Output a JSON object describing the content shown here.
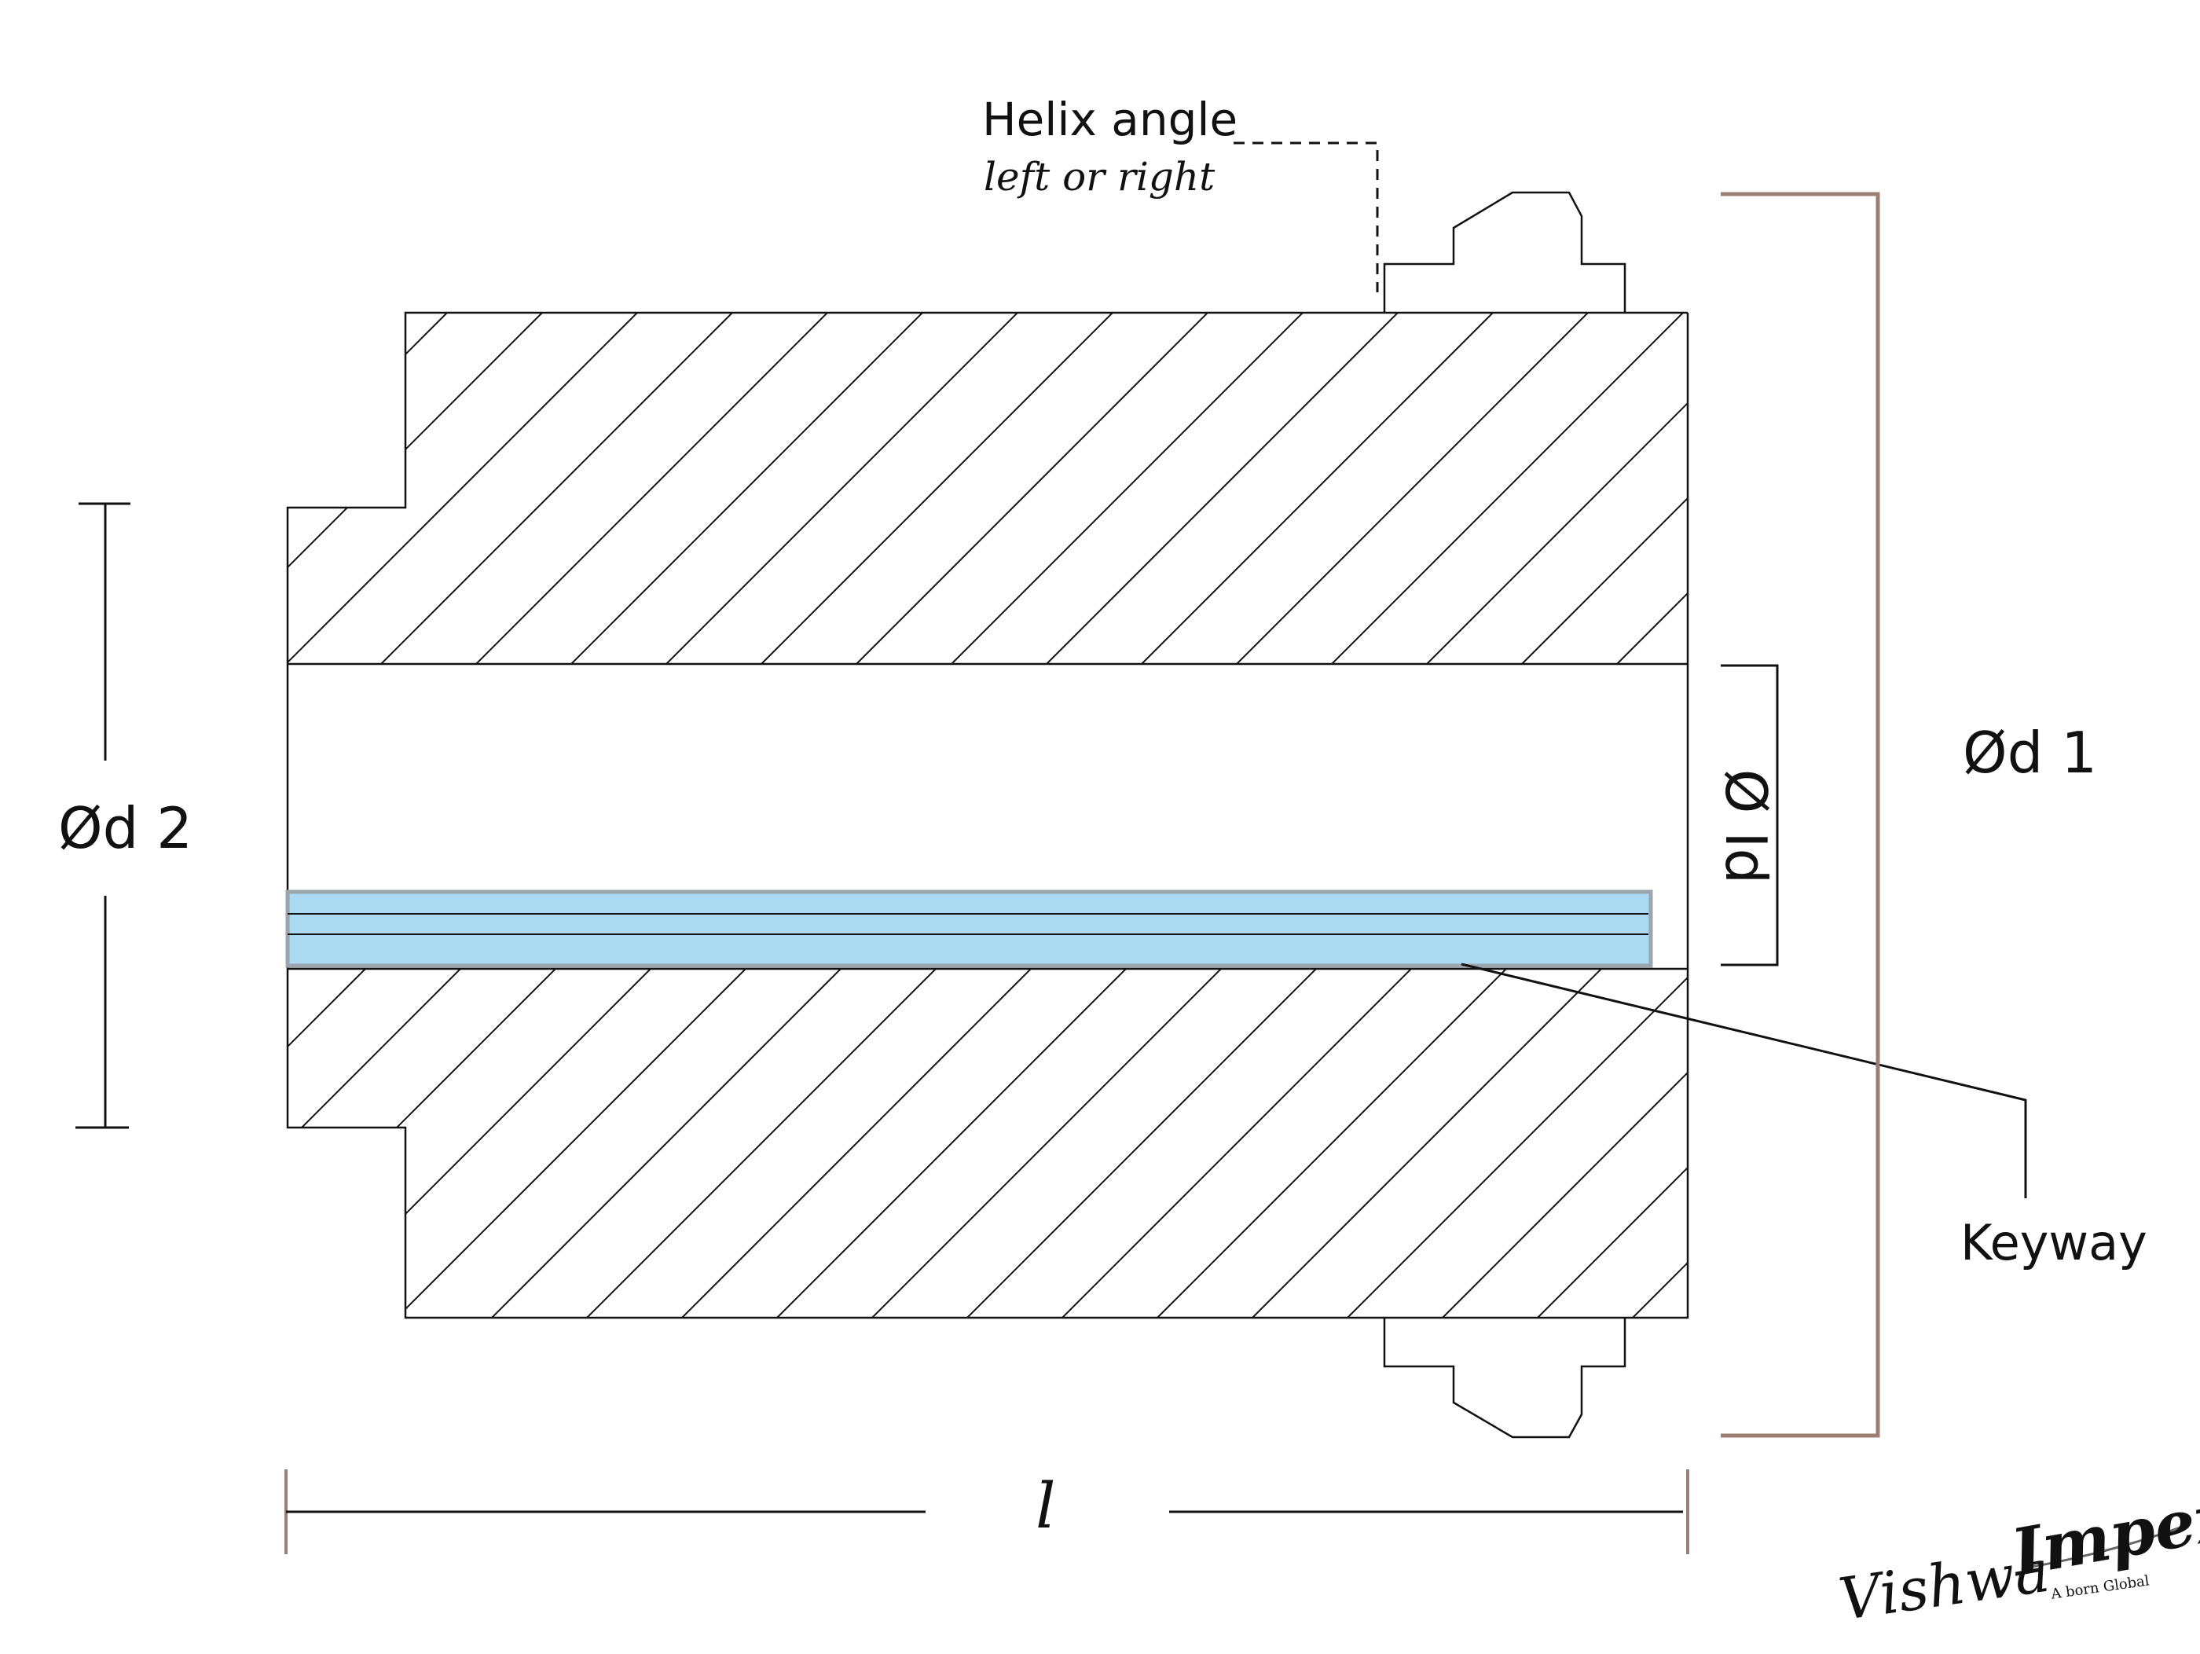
{
  "labels": {
    "helix_angle": "Helix angle",
    "helix_sub": "left or right",
    "od1": "Ød 1",
    "od2": "Ød 2",
    "id": "Ø Id",
    "keyway": "Keyway",
    "length": "l"
  },
  "logo": {
    "name_part1": "Vishwa",
    "name_part2": "Impex",
    "tagline": "A born Global"
  },
  "colors": {
    "line": "#111111",
    "keyway_fill": "#abd9f1",
    "keyway_border": "#9aa5ad",
    "dimension_bracket": "#9b7f72"
  }
}
